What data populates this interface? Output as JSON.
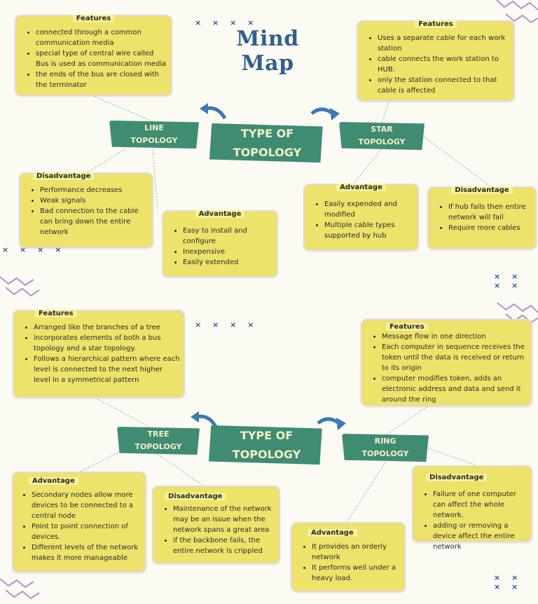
{
  "title": "Mind Map",
  "colors": {
    "background": "#fcfbf3",
    "box": "#ede26a",
    "node": "#3f8c72",
    "title": "#2f5f8f",
    "arrow": "#3a7ab8",
    "decor_x": "#3050a8",
    "decor_zigzag": "#b58fd6"
  },
  "decor_marks": "× × × ×",
  "top": {
    "center": "TYPE OF\nTOPOLOGY",
    "line": {
      "label": "LINE\nTOPOLOGY",
      "features": {
        "heading": "Features",
        "items": [
          "connected through a common communication media",
          "special type of central wire called Bus is used as communication media",
          "the ends of the bus are closed with the terminator"
        ]
      },
      "disadvantage": {
        "heading": "Disadvantage",
        "items": [
          "Performance decreases",
          "Weak signals",
          "Bad connection to the cable can bring down the entire network"
        ]
      },
      "advantage": {
        "heading": "Advantage",
        "items": [
          "Easy to install and configure",
          "Inexpensive",
          "Easily extended"
        ]
      }
    },
    "star": {
      "label": "STAR\nTOPOLOGY",
      "features": {
        "heading": "Features",
        "items": [
          "Uses a separate cable for each work station",
          "cable connects the work station to HUB.",
          "only the station connected to that cable is affected"
        ]
      },
      "advantage": {
        "heading": "Advantage",
        "items": [
          "Easily expended and modified",
          "Multiple cable types supported by hub"
        ]
      },
      "disadvantage": {
        "heading": "Disadvantage",
        "items": [
          "If hub fails then entire network will fail",
          "Require more cables"
        ]
      }
    }
  },
  "bottom": {
    "center": "TYPE OF\nTOPOLOGY",
    "tree": {
      "label": "TREE\nTOPOLOGY",
      "features": {
        "heading": "Features",
        "items": [
          "Arranged like the branches of a tree",
          "incorporates elements of both a bus topology and a star topology.",
          "Follows a hierarchical pattern where each level is connected to the next higher level in a symmetrical pattern"
        ]
      },
      "advantage": {
        "heading": "Advantage",
        "items": [
          "Secondary nodes allow more devices to be connected to a central node",
          "Point to point connection of devices.",
          "Different levels of the network makes it more manageable"
        ]
      },
      "disadvantage": {
        "heading": "Disadvantage",
        "items": [
          "Maintenance of the network may be an issue when the network spans a great area",
          "if the backbone fails, the entire network is crippled"
        ]
      }
    },
    "ring": {
      "label": "RING\nTOPOLOGY",
      "features": {
        "heading": "Features",
        "items": [
          "Message flow in one direction",
          "Each computer in sequence receives the token until the data is received or return to its origin",
          "computer modifies token, adds an electronic address and data and send it around the ring"
        ]
      },
      "disadvantage": {
        "heading": "Disadvantage",
        "items": [
          "Failure of one computer can affect the whole network.",
          "adding or removing a device affect the entire network"
        ]
      },
      "advantage": {
        "heading": "Advantage",
        "items": [
          "It provides an orderly network",
          "It performs well under a heavy load."
        ]
      }
    }
  }
}
